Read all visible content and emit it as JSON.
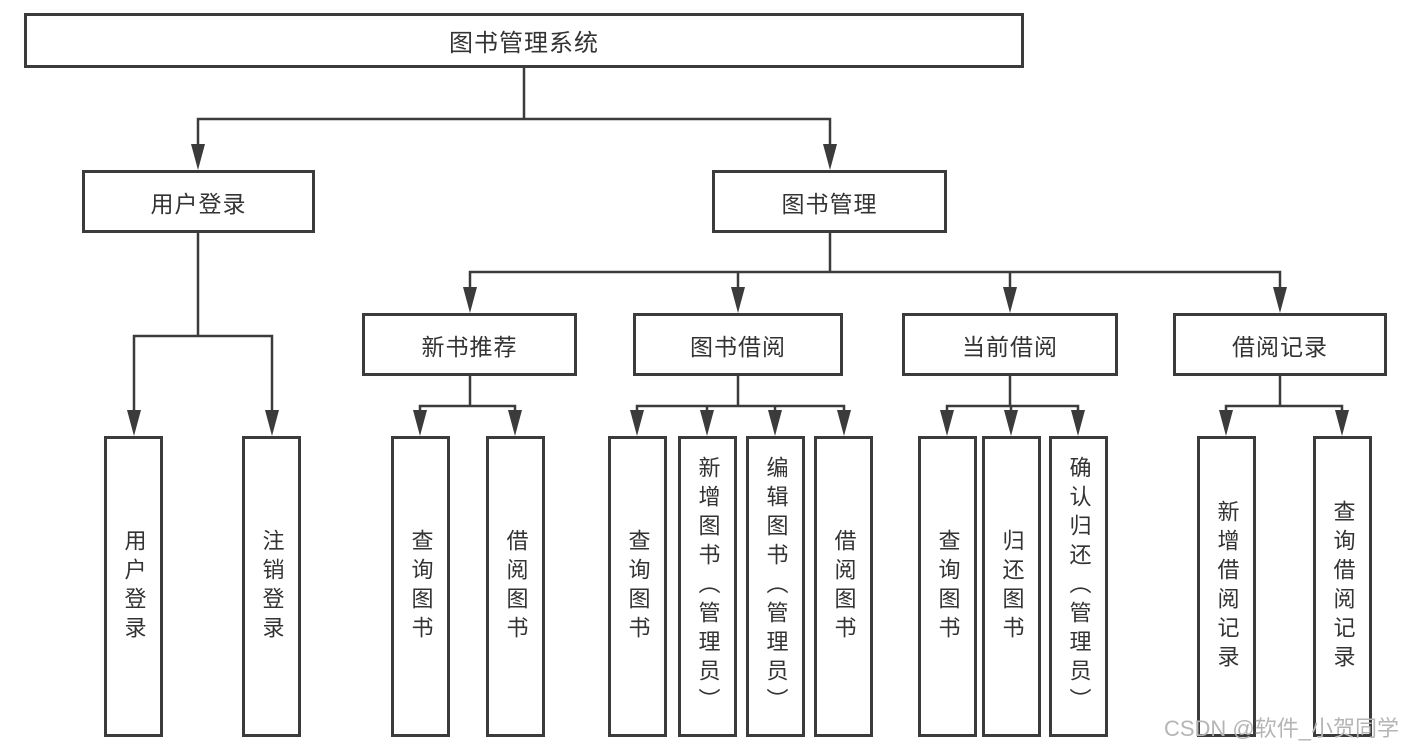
{
  "colors": {
    "line": "#3b3b3b",
    "text": "#333333",
    "background": "#ffffff",
    "watermark": "#b5b5b5"
  },
  "tree": {
    "root": {
      "label": "图书管理系统"
    },
    "branches": [
      {
        "label": "用户登录",
        "children": [
          {
            "label": "用户登录"
          },
          {
            "label": "注销登录"
          }
        ]
      },
      {
        "label": "图书管理",
        "children": [
          {
            "label": "新书推荐",
            "children": [
              {
                "label": "查询图书"
              },
              {
                "label": "借阅图书"
              }
            ]
          },
          {
            "label": "图书借阅",
            "children": [
              {
                "label": "查询图书"
              },
              {
                "label": "新增图书（管理员）"
              },
              {
                "label": "编辑图书（管理员）"
              },
              {
                "label": "借阅图书"
              }
            ]
          },
          {
            "label": "当前借阅",
            "children": [
              {
                "label": "查询图书"
              },
              {
                "label": "归还图书"
              },
              {
                "label": "确认归还（管理员）"
              }
            ]
          },
          {
            "label": "借阅记录",
            "children": [
              {
                "label": "新增借阅记录"
              },
              {
                "label": "查询借阅记录"
              }
            ]
          }
        ]
      }
    ]
  },
  "watermark": {
    "text": "CSDN @软件_小贺同学"
  }
}
